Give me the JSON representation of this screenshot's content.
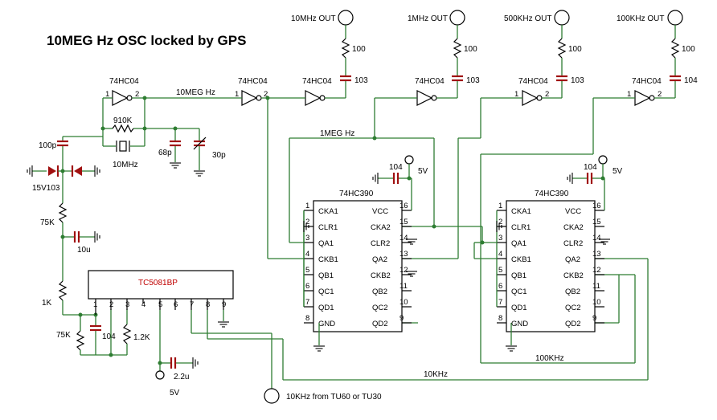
{
  "title": "10MEG Hz OSC locked by GPS",
  "outputs": [
    {
      "label": "10MHz OUT",
      "resistor": "100",
      "capacitor": "103"
    },
    {
      "label": "1MHz OUT",
      "resistor": "100",
      "capacitor": "103"
    },
    {
      "label": "500KHz OUT",
      "resistor": "100",
      "capacitor": "103"
    },
    {
      "label": "100KHz OUT",
      "resistor": "100",
      "capacitor": "104"
    }
  ],
  "inverter": {
    "part": "74HC04",
    "pin_in": "1",
    "pin_out": "2"
  },
  "nets": {
    "n10meg": "10MEG Hz",
    "n1meg": "1MEG Hz",
    "n100k": "100KHz",
    "n10k": "10KHz"
  },
  "oscillator": {
    "feedback_res": "910K",
    "crystal": "10MHz",
    "cap_fixed": "68p",
    "cap_trim": "30p",
    "coupling_cap": "100p"
  },
  "varactor": "15V103",
  "filter": {
    "res1": "75K",
    "cap1": "10u",
    "res2": "1K",
    "res3": "75K",
    "cap2": "104",
    "res4": "1.2K",
    "cap3": "2.2u",
    "supply": "5V"
  },
  "counter1": {
    "name": "74HC390",
    "decouple_cap": "104",
    "supply": "5V",
    "left_pins": [
      {
        "num": "1",
        "name": "CKA1"
      },
      {
        "num": "2",
        "name": "CLR1"
      },
      {
        "num": "3",
        "name": "QA1"
      },
      {
        "num": "4",
        "name": "CKB1"
      },
      {
        "num": "5",
        "name": "QB1"
      },
      {
        "num": "6",
        "name": "QC1"
      },
      {
        "num": "7",
        "name": "QD1"
      },
      {
        "num": "8",
        "name": "GND"
      }
    ],
    "right_pins": [
      {
        "num": "16",
        "name": "VCC"
      },
      {
        "num": "15",
        "name": "CKA2"
      },
      {
        "num": "14",
        "name": "CLR2"
      },
      {
        "num": "13",
        "name": "QA2"
      },
      {
        "num": "12",
        "name": "CKB2"
      },
      {
        "num": "11",
        "name": "QB2"
      },
      {
        "num": "10",
        "name": "QC2"
      },
      {
        "num": "9",
        "name": "QD2"
      }
    ]
  },
  "counter2": {
    "name": "74HC390",
    "decouple_cap": "104",
    "supply": "5V",
    "left_pins": [
      {
        "num": "1",
        "name": "CKA1"
      },
      {
        "num": "2",
        "name": "CLR1"
      },
      {
        "num": "3",
        "name": "QA1"
      },
      {
        "num": "4",
        "name": "CKB1"
      },
      {
        "num": "5",
        "name": "QB1"
      },
      {
        "num": "6",
        "name": "QC1"
      },
      {
        "num": "7",
        "name": "QD1"
      },
      {
        "num": "8",
        "name": "GND"
      }
    ],
    "right_pins": [
      {
        "num": "16",
        "name": "VCC"
      },
      {
        "num": "15",
        "name": "CKA2"
      },
      {
        "num": "14",
        "name": "CLR2"
      },
      {
        "num": "13",
        "name": "QA2"
      },
      {
        "num": "12",
        "name": "CKB2"
      },
      {
        "num": "11",
        "name": "QB2"
      },
      {
        "num": "10",
        "name": "QC2"
      },
      {
        "num": "9",
        "name": "QD2"
      }
    ]
  },
  "pll": {
    "name": "TC5081BP",
    "pins": [
      "1",
      "2",
      "3",
      "4",
      "5",
      "6",
      "7",
      "8",
      "9"
    ]
  },
  "input_label": "10KHz from TU60 or TU30",
  "colors": {
    "wire": "#2e7d32",
    "capacitor": "#a01010",
    "ic_name": "#c00000"
  }
}
